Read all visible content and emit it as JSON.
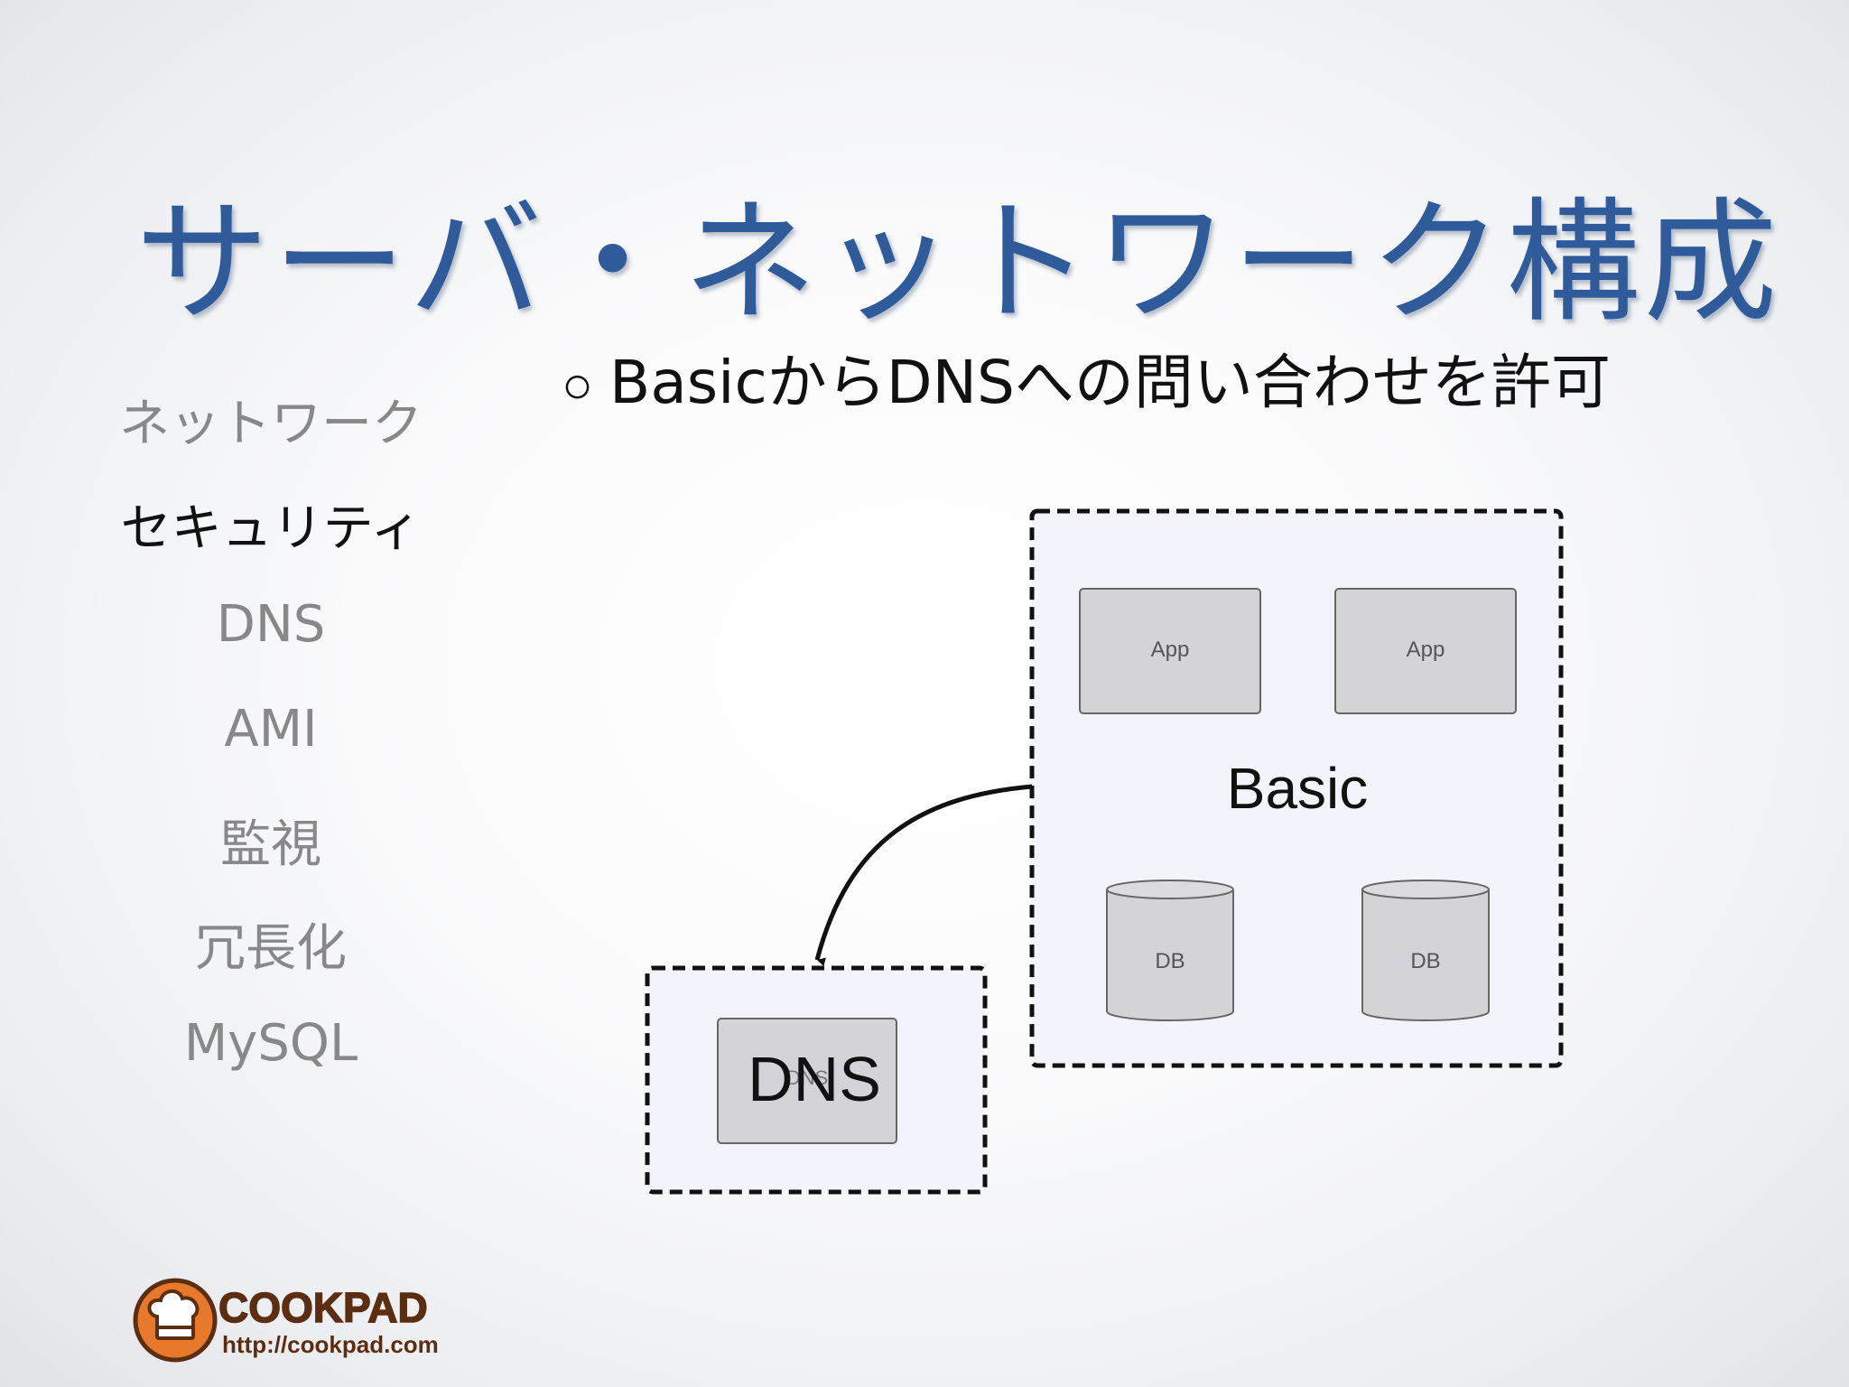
{
  "slide": {
    "title": "サーバ・ネットワーク構成",
    "subtitle_bullet": "○",
    "subtitle": "BasicからDNSへの問い合わせを許可"
  },
  "sidebar": {
    "items": [
      {
        "label": "ネットワーク",
        "active": false
      },
      {
        "label": "セキュリティ",
        "active": true
      },
      {
        "label": "DNS",
        "active": false
      },
      {
        "label": "AMI",
        "active": false
      },
      {
        "label": "監視",
        "active": false
      },
      {
        "label": "冗長化",
        "active": false
      },
      {
        "label": "MySQL",
        "active": false
      }
    ]
  },
  "diagram": {
    "basic_group_label": "Basic",
    "app_boxes": [
      "App",
      "App"
    ],
    "db_boxes": [
      "DB",
      "DB"
    ],
    "dns_group": {
      "box_label_large": "DNS",
      "box_label_small": "DNS"
    },
    "arrow": {
      "from": "Basic",
      "to": "DNS"
    }
  },
  "logo": {
    "brand": "COOKPAD",
    "url": "http://cookpad.com"
  },
  "colors": {
    "title": "#2f5b9a",
    "nav_inactive": "#888888",
    "nav_active": "#111111",
    "group_fill": "#f3f4fb",
    "node_fill": "#d3d3d8",
    "logo_orange": "#e8782a",
    "logo_brown": "#5b2e12"
  }
}
